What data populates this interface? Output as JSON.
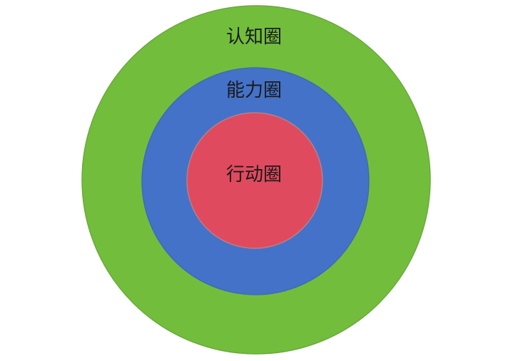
{
  "diagram": {
    "type": "concentric-circles",
    "rings": [
      {
        "label": "认知圈",
        "color": "#72BE3C",
        "stroke": "#6aaa3a"
      },
      {
        "label": "能力圈",
        "color": "#4472C8",
        "stroke": "#3f6ab8"
      },
      {
        "label": "行动圈",
        "color": "#E04A5E",
        "stroke": "#b5808a"
      }
    ]
  }
}
